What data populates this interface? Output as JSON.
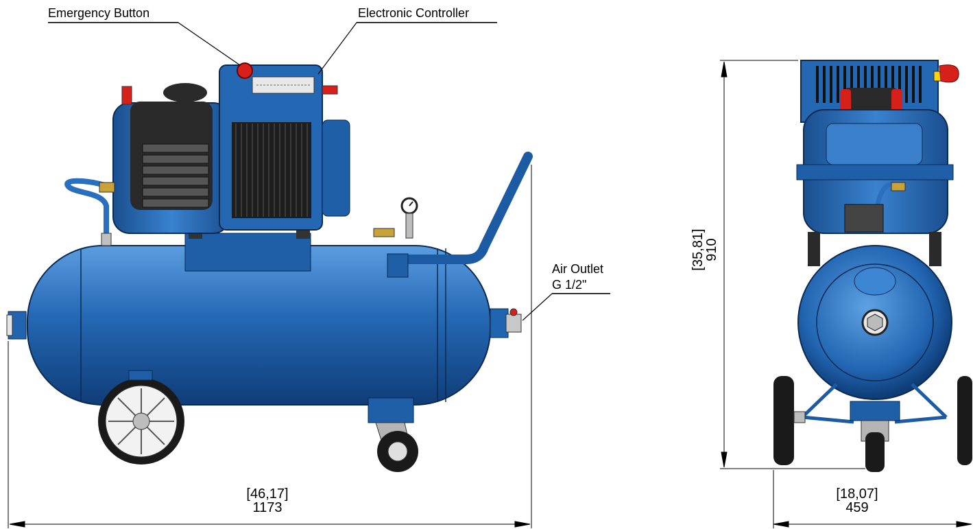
{
  "callouts": {
    "emergency_button": "Emergency  Button",
    "electronic_controller": "Electronic Controller",
    "air_outlet_line1": "Air Outlet",
    "air_outlet_line2": "G 1/2\""
  },
  "dimensions": {
    "side_length": {
      "inches": "[46,17]",
      "mm": "1173"
    },
    "front_width": {
      "inches": "[18,07]",
      "mm": "459"
    },
    "front_height": {
      "inches": "[35,81]",
      "mm": "910"
    }
  },
  "colors": {
    "body_blue": "#1f5fa8",
    "body_dark": "#0c2f5c",
    "body_light": "#4a8fd6",
    "emergency_red": "#d8201a",
    "wheel_black": "#1a1a1a",
    "brass": "#c9a23a"
  }
}
